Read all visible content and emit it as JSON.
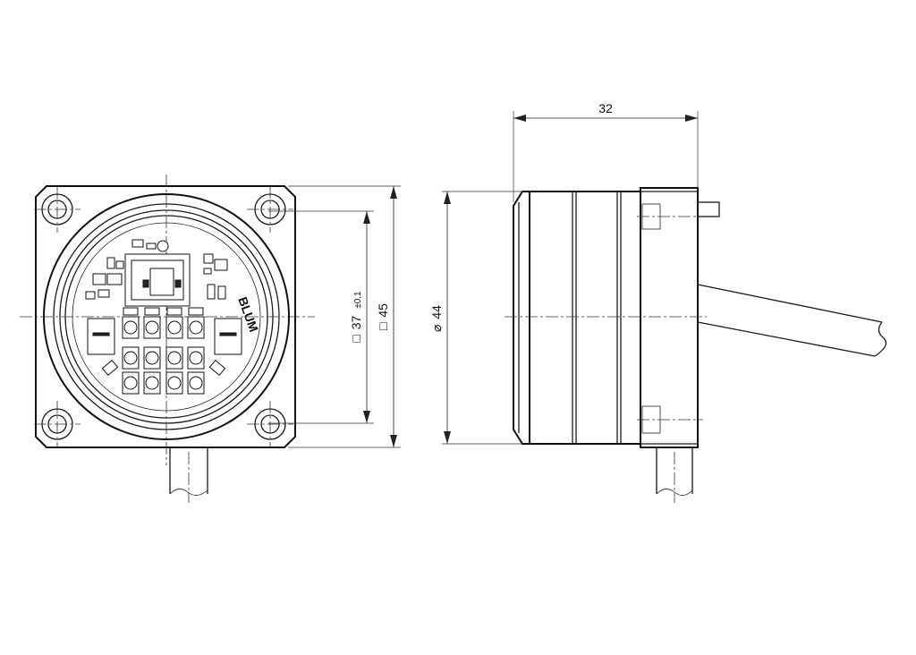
{
  "dimensions": {
    "inner_square": {
      "symbol": "□",
      "value": "37",
      "tolerance": "±0,1"
    },
    "outer_square": {
      "symbol": "□",
      "value": "45"
    },
    "diameter": {
      "symbol": "⌀",
      "value": "44"
    },
    "length": {
      "value": "32"
    }
  },
  "board_label": "BLUM"
}
